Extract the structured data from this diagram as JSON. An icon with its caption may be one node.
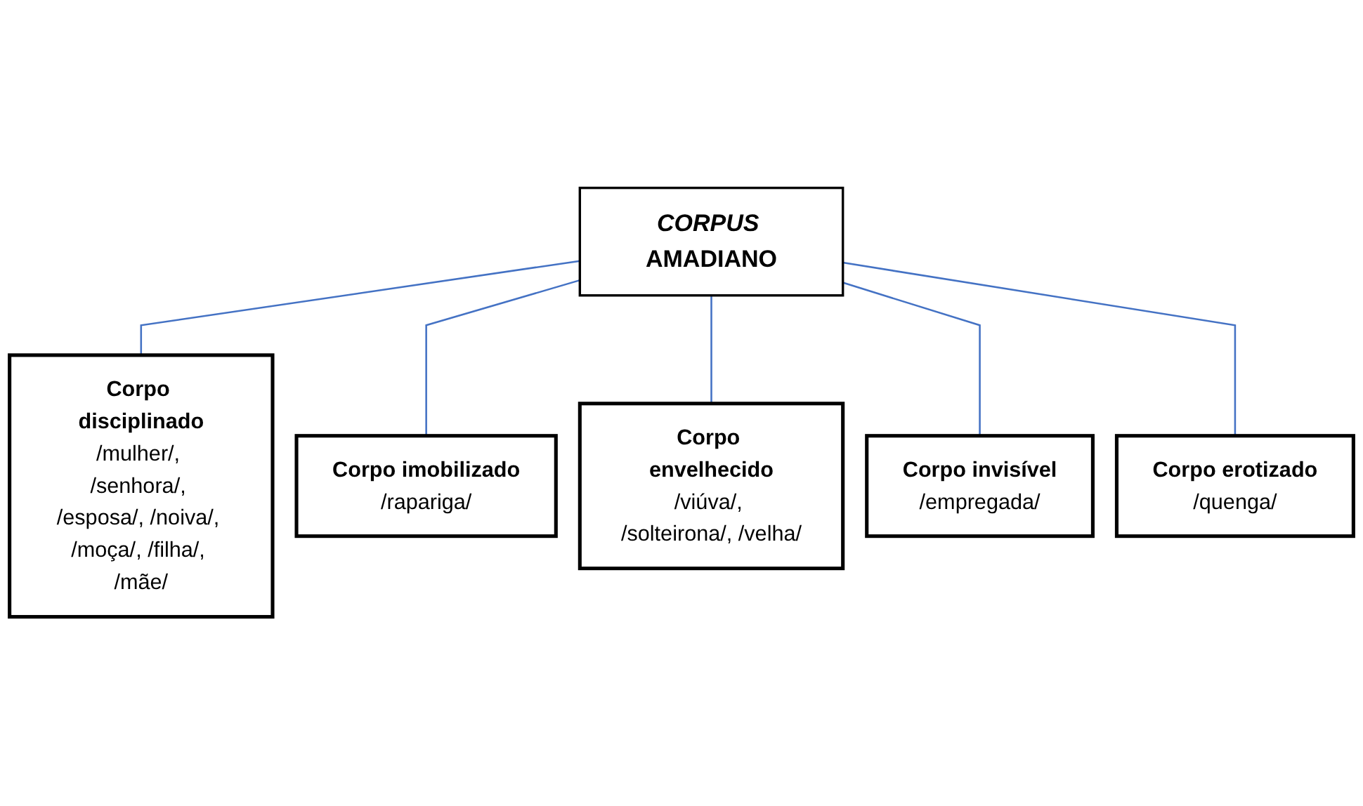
{
  "diagram": {
    "nodes": [
      {
        "text": [
          "*CORPUS* AMADIANO"
        ]
      },
      {
        "text": [
          "Corpo disciplinado",
          "/mulher/, /senhora/, /esposa/, /noiva/, /moça/, /filha/, /mãe/"
        ]
      },
      {
        "text": [
          "Corpo imobilizado",
          "/rapariga/"
        ]
      },
      {
        "text": [
          "Corpo envelhecido",
          "/viúva/, /solteirona/, /velha/"
        ]
      },
      {
        "text": [
          "Corpo invisível",
          "/empregada/"
        ]
      },
      {
        "text": [
          "Corpo erotizado",
          "/quenga/"
        ]
      }
    ],
    "edges": [
      {
        "from": 0,
        "to": 1,
        "arrow": "none"
      },
      {
        "from": 0,
        "to": 2,
        "arrow": "none"
      },
      {
        "from": 0,
        "to": 3,
        "arrow": "none"
      },
      {
        "from": 0,
        "to": 4,
        "arrow": "none"
      },
      {
        "from": 0,
        "to": 5,
        "arrow": "none"
      }
    ]
  }
}
